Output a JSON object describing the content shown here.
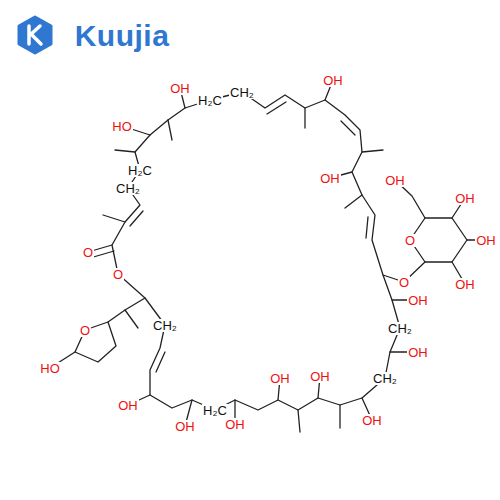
{
  "diagram": {
    "labels": [
      "Kuujia",
      "O",
      "O",
      "CH₂",
      "H₂C",
      "HO",
      "OH",
      "H₂C",
      "CH₂",
      "OH",
      "OH",
      "O",
      "OH",
      "OH",
      "OH",
      "OH",
      "O",
      "OH",
      "CH₂",
      "OH",
      "CH₂",
      "OH",
      "OH",
      "OH",
      "OH",
      "H₂C",
      "OH",
      "OH",
      "CH₂",
      "O",
      "HO"
    ]
  }
}
